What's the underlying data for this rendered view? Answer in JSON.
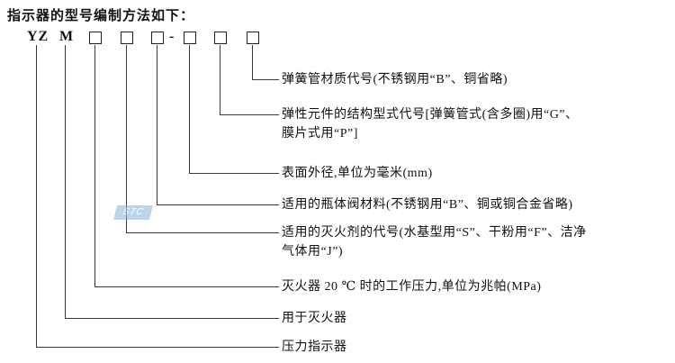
{
  "title": "指示器的型号编制方法如下：",
  "model_code": {
    "prefix": "YZ",
    "type": "M",
    "separator": "-"
  },
  "annotations": [
    {
      "line1": "弹簧管材质代号(不锈钢用“B”、铜省略)"
    },
    {
      "line1": "弹性元件的结构型式代号[弹簧管式(含多圈)用“G”、",
      "line2": "膜片式用“P”]"
    },
    {
      "line1": "表面外径,单位为毫米(mm)"
    },
    {
      "line1": "适用的瓶体阀材料(不锈钢用“B”、铜或铜合金省略)"
    },
    {
      "line1": "适用的灭火剂的代号(水基型用“S”、干粉用“F”、洁净",
      "line2": "气体用“J”)"
    },
    {
      "line1": "灭火器 20 ℃ 时的工作压力,单位为兆帕(MPa)"
    },
    {
      "line1": "用于灭火器"
    },
    {
      "line1": "压力指示器"
    }
  ],
  "watermark": "STC"
}
